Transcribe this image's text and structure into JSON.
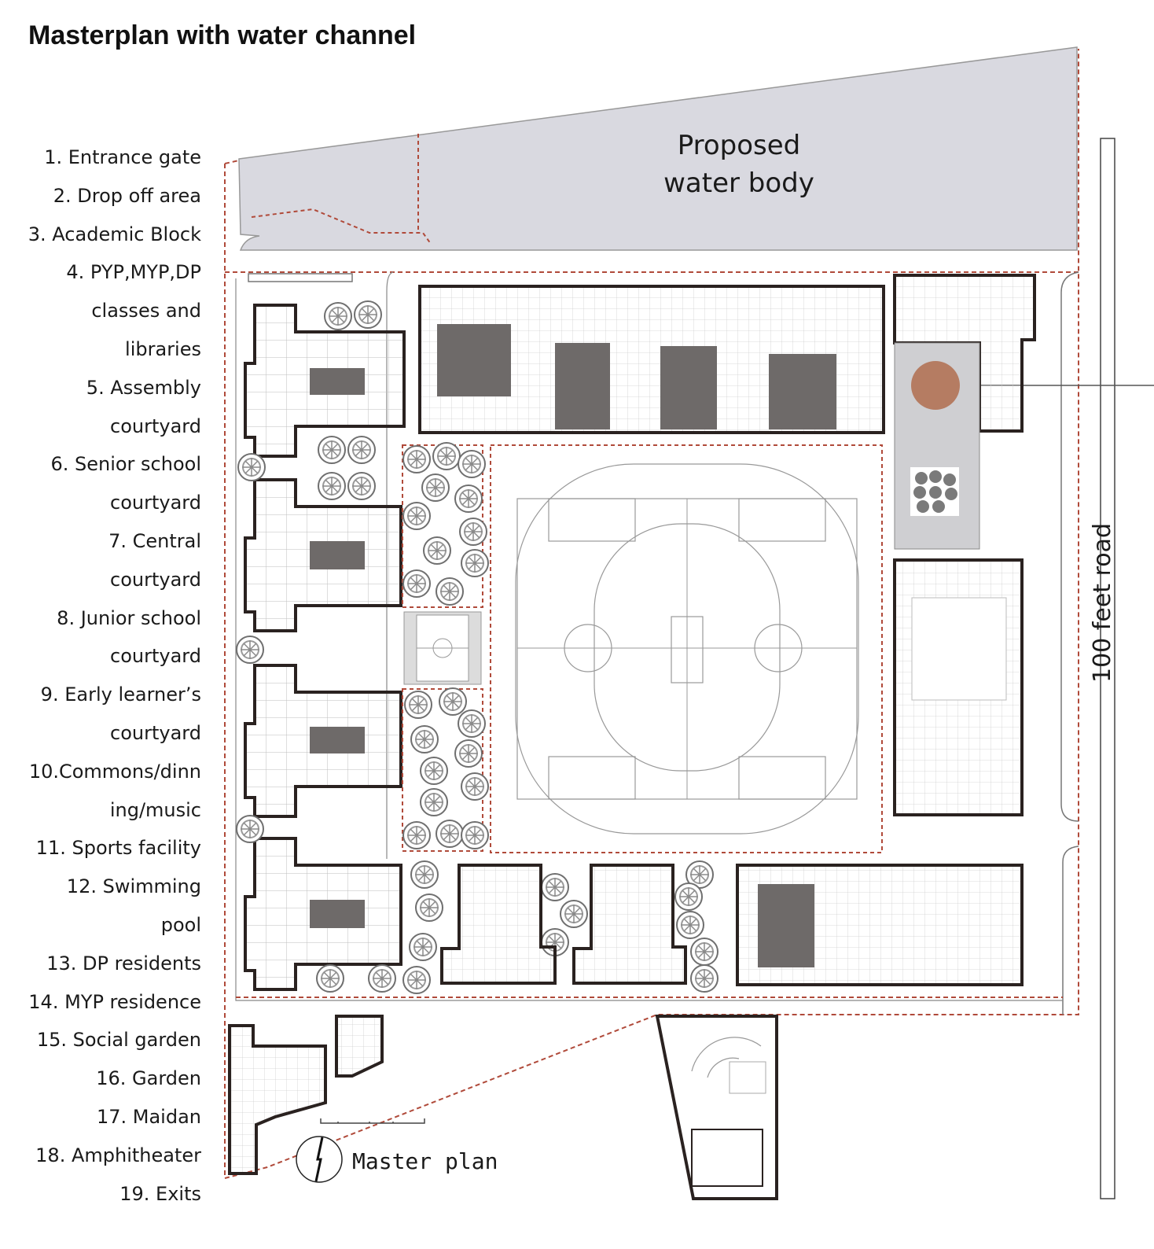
{
  "title": "Masterplan with water channel",
  "legend": [
    "1. Entrance gate",
    "2. Drop off area",
    "3. Academic Block",
    "4. PYP,MYP,DP",
    "classes and",
    "libraries",
    "5. Assembly",
    "courtyard",
    "6. Senior school",
    "courtyard",
    "7. Central",
    "courtyard",
    "8. Junior school",
    "courtyard",
    "9. Early learner’s",
    "courtyard",
    "10.Commons/dinn",
    "ing/music",
    "11. Sports facility",
    "12. Swimming",
    "pool",
    "13. DP residents",
    "14. MYP residence",
    "15. Social garden",
    "16. Garden",
    "17. Maidan",
    "18. Amphitheater",
    "19. Exits"
  ],
  "water_body_line1": "Proposed",
  "water_body_line2": "water body",
  "road_label": "100 feet road",
  "plan_caption": "Master plan",
  "colors": {
    "water": "#d9d9e0",
    "boundary": "#b04a3a",
    "building": "#2a2220",
    "court": "#6e6a69",
    "accent_circle": "#b57c62",
    "tree": "#8a8a8a"
  }
}
